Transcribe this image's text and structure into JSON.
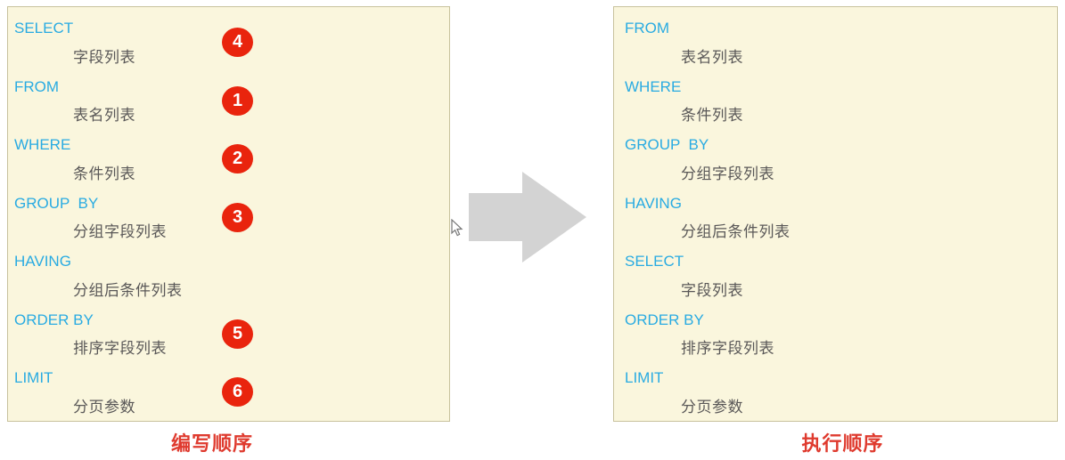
{
  "left_panel": {
    "title": "编写顺序",
    "entries": [
      {
        "keyword": "SELECT",
        "desc": "字段列表",
        "badge": "4"
      },
      {
        "keyword": "FROM",
        "desc": "表名列表",
        "badge": "1"
      },
      {
        "keyword": "WHERE",
        "desc": "条件列表",
        "badge": "2"
      },
      {
        "keyword": "GROUP  BY",
        "desc": "分组字段列表",
        "badge": "3"
      },
      {
        "keyword": "HAVING",
        "desc": "分组后条件列表"
      },
      {
        "keyword": "ORDER BY",
        "desc": "排序字段列表",
        "badge": "5"
      },
      {
        "keyword": "LIMIT",
        "desc": "分页参数",
        "badge": "6"
      }
    ]
  },
  "right_panel": {
    "title": "执行顺序",
    "entries": [
      {
        "keyword": "FROM",
        "desc": "表名列表"
      },
      {
        "keyword": "WHERE",
        "desc": "条件列表"
      },
      {
        "keyword": "GROUP  BY",
        "desc": "分组字段列表"
      },
      {
        "keyword": "HAVING",
        "desc": "分组后条件列表"
      },
      {
        "keyword": "SELECT",
        "desc": "字段列表"
      },
      {
        "keyword": "ORDER BY",
        "desc": "排序字段列表"
      },
      {
        "keyword": "LIMIT",
        "desc": "分页参数"
      }
    ]
  },
  "icons": {
    "arrow": "right-block-arrow",
    "cursor": "mouse-pointer"
  },
  "colors": {
    "panel_bg": "#FAF6DD",
    "panel_border": "#C8C29D",
    "keyword_blue": "#29ABE2",
    "text_gray": "#5A5858",
    "badge_red": "#E9240D",
    "label_red": "#DF3A2E",
    "arrow_gray": "#D3D3D3"
  }
}
